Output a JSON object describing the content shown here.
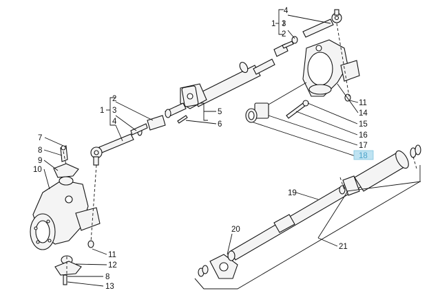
{
  "callouts": [
    {
      "id": "c4a",
      "text": "4"
    },
    {
      "id": "c1a",
      "text": "1"
    },
    {
      "id": "c3a",
      "text": "3"
    },
    {
      "id": "c2a",
      "text": "2"
    },
    {
      "id": "c11a",
      "text": "11"
    },
    {
      "id": "c14",
      "text": "14"
    },
    {
      "id": "c15",
      "text": "15"
    },
    {
      "id": "c16",
      "text": "16"
    },
    {
      "id": "c17",
      "text": "17"
    },
    {
      "id": "c18",
      "text": "18"
    },
    {
      "id": "c5",
      "text": "5"
    },
    {
      "id": "c6",
      "text": "6"
    },
    {
      "id": "c2b",
      "text": "2"
    },
    {
      "id": "c1b",
      "text": "1"
    },
    {
      "id": "c3b",
      "text": "3"
    },
    {
      "id": "c4b",
      "text": "4"
    },
    {
      "id": "c7",
      "text": "7"
    },
    {
      "id": "c8a",
      "text": "8"
    },
    {
      "id": "c9",
      "text": "9"
    },
    {
      "id": "c10",
      "text": "10"
    },
    {
      "id": "c11b",
      "text": "11"
    },
    {
      "id": "c12",
      "text": "12"
    },
    {
      "id": "c8b",
      "text": "8"
    },
    {
      "id": "c13",
      "text": "13"
    },
    {
      "id": "c19",
      "text": "19"
    },
    {
      "id": "c20",
      "text": "20"
    },
    {
      "id": "c21",
      "text": "21"
    }
  ],
  "colors": {
    "highlight": "#bfe3f2",
    "line": "#111111"
  }
}
